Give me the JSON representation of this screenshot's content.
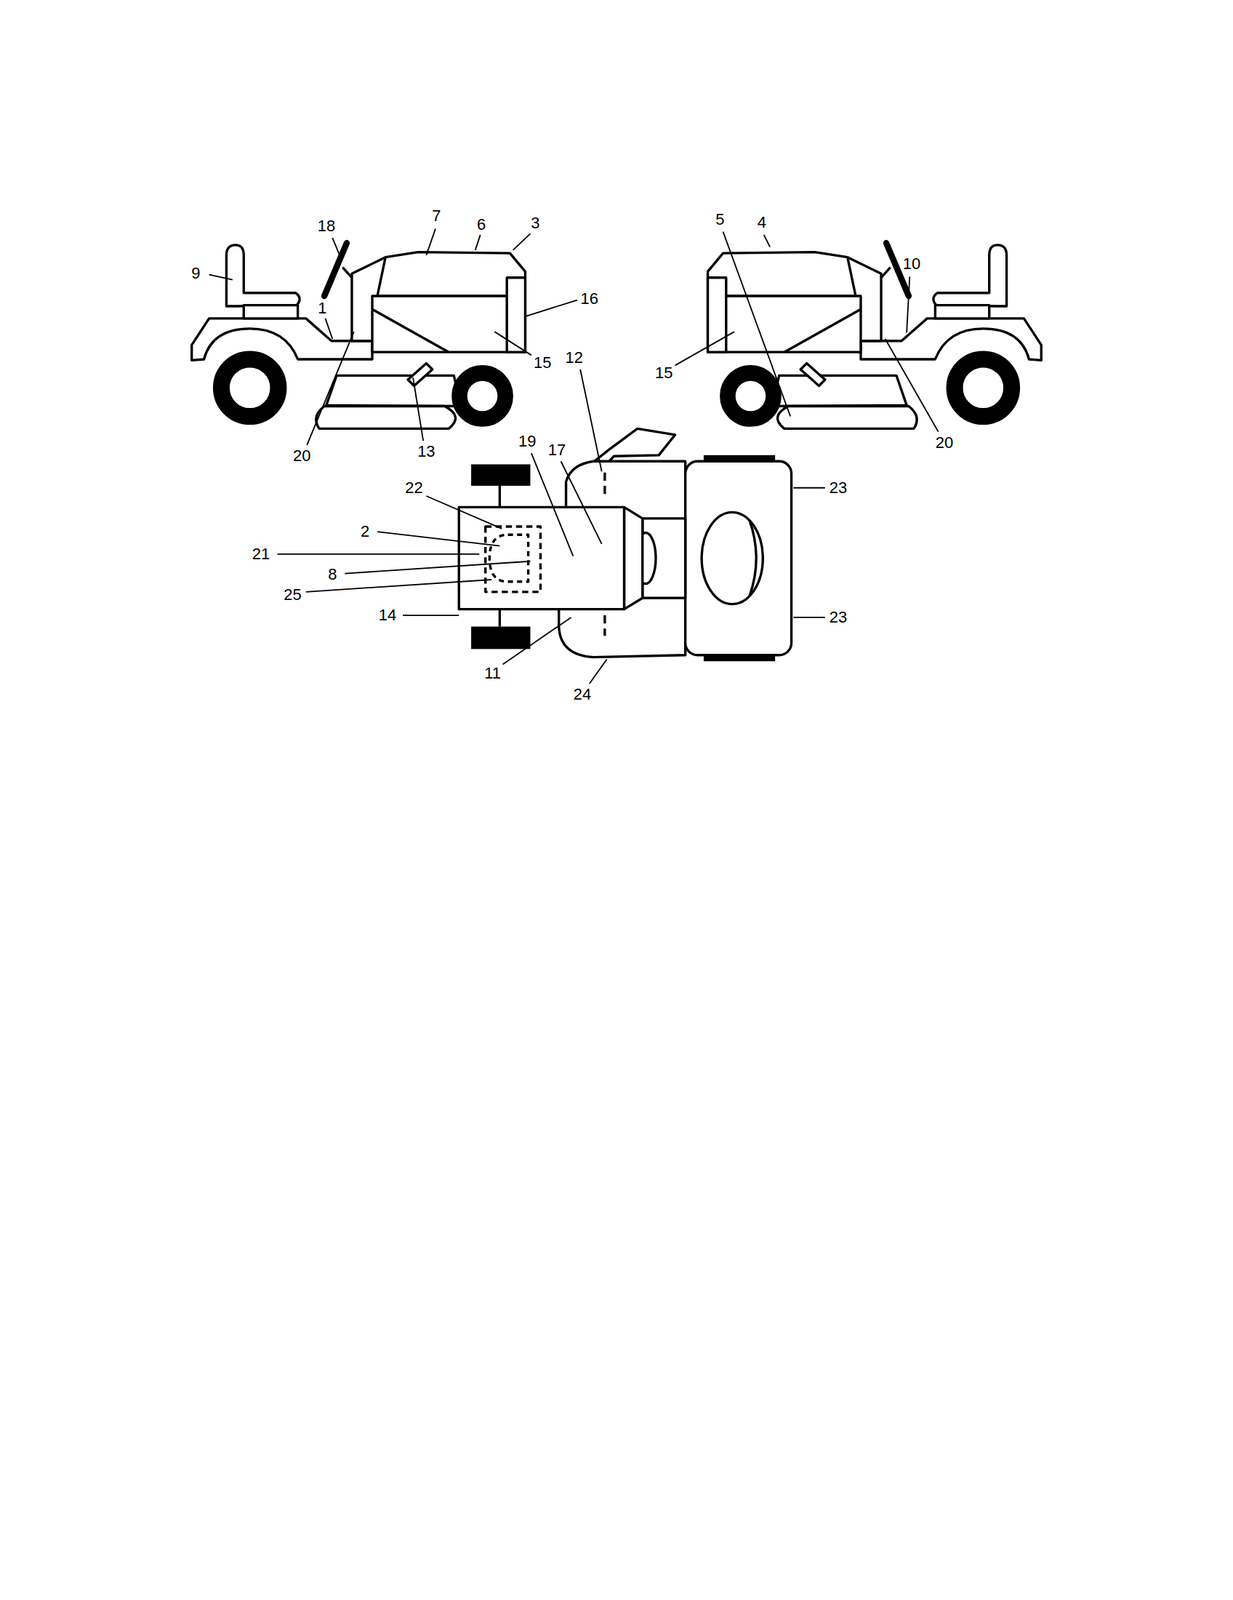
{
  "diagram": {
    "labels": [
      "18",
      "7",
      "6",
      "3",
      "9",
      "1",
      "16",
      "15",
      "20",
      "13",
      "5",
      "4",
      "10",
      "15",
      "20",
      "12",
      "19",
      "17",
      "22",
      "23",
      "2",
      "21",
      "8",
      "25",
      "14",
      "23",
      "11",
      "24"
    ]
  }
}
